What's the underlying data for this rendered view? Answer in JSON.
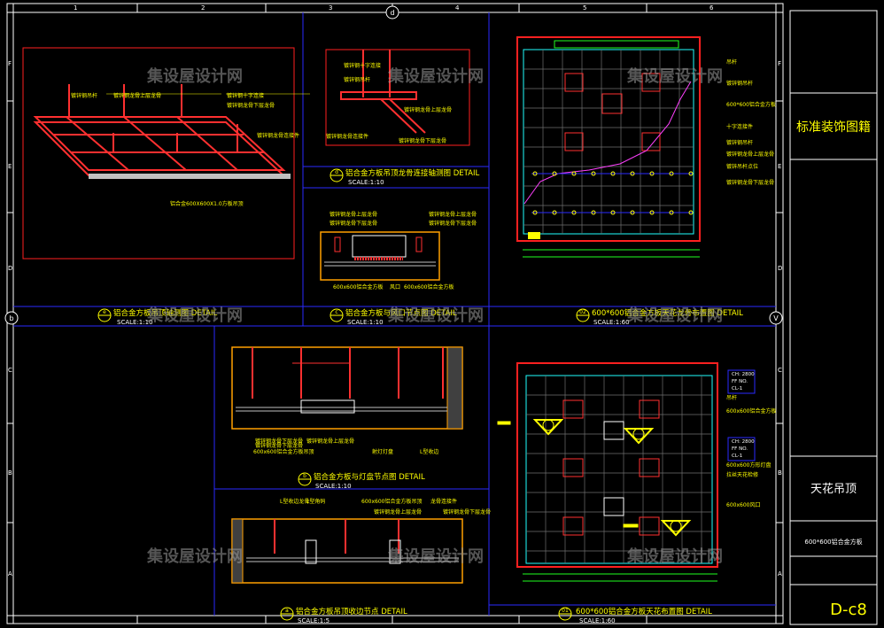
{
  "frame": {
    "col_numbers": [
      "1",
      "2",
      "3",
      "4",
      "5",
      "6"
    ],
    "row_letters": [
      "F",
      "E",
      "D",
      "C",
      "B",
      "A"
    ],
    "ref_d": "d",
    "ref_b": "b",
    "ref_v": "V"
  },
  "title_block": {
    "std_label": "标准装饰图籍",
    "sheet_title": "天花吊顶",
    "sheet_sub": "600*600铝合金方板",
    "sheet_no": "D-c8"
  },
  "watermark": "集设屋设计网",
  "details": {
    "e": {
      "marker": "e",
      "title": "铝合金方板吊顶轴测图 DETAIL",
      "scale": "SCALE:1:10"
    },
    "d": {
      "marker": "d",
      "title": "铝合金方板吊顶龙骨连接轴测图 DETAIL",
      "scale": "SCALE:1:10"
    },
    "c": {
      "marker": "c",
      "title": "铝合金方板与风口节点图 DETAIL",
      "scale": "SCALE:1:10"
    },
    "d02": {
      "marker": "02",
      "title": "600*600铝合金方板天花龙骨布置图 DETAIL",
      "scale": "SCALE:1:60"
    },
    "b": {
      "marker": "b",
      "title": "铝合金方板与灯盘节点图 DETAIL",
      "scale": "SCALE:1:10"
    },
    "a": {
      "marker": "a",
      "title": "铝合金方板吊顶收边节点 DETAIL",
      "scale": "SCALE:1:5"
    },
    "d01": {
      "marker": "01",
      "title": "600*600铝合金方板天花布置图 DETAIL",
      "scale": "SCALE:1:60"
    }
  },
  "labels": {
    "axo": [
      "镀锌钢吊杆",
      "镀锌钢龙骨上层龙骨",
      "镀锌钢十字连接",
      "镀锌钢龙骨下层龙骨",
      "镀锌钢龙骨连接件",
      "铝合金600X600X1.0方板吊顶"
    ],
    "conn": [
      "镀锌钢十字连接",
      "镀锌钢吊杆",
      "镀锌钢龙骨上层龙骨",
      "镀锌钢龙骨连接件",
      "镀锌钢龙骨下层龙骨"
    ],
    "vent": [
      "镀锌钢龙骨上层龙骨",
      "镀锌钢龙骨下层龙骨",
      "镀锌钢龙骨上层龙骨",
      "镀锌钢龙骨下层龙骨",
      "600x600铝合金方板",
      "风口",
      "600x600铝合金方板"
    ],
    "plan02": [
      "吊杆",
      "镀锌钢吊杆",
      "600*600铝合金方板",
      "十字连接件",
      "镀锌钢吊杆",
      "镀锌钢龙骨上层龙骨",
      "镀锌吊杆点位",
      "镀锌钢龙骨下层龙骨"
    ],
    "lamp": [
      "镀锌钢龙骨下层龙骨",
      "镀锌钢龙骨上层龙骨",
      "镀锌钢龙骨下层龙骨",
      "600x600铝合金方板吊顶",
      "射灯灯盘",
      "L型收边"
    ],
    "edge": [
      "L型收边龙骨",
      "L型角码",
      "600x600铝合金方板吊顶",
      "龙骨连接件",
      "镀锌钢龙骨上层龙骨",
      "镀锌钢龙骨下层龙骨"
    ],
    "plan01": [
      "CH: 2800",
      "FF NO.",
      "CL-1",
      "吊杆",
      "600x600铝合金方板",
      "CH: 2800",
      "FF NO.",
      "CL-1",
      "600x600方形灯盘",
      "拉丝天花检修",
      "600x600风口"
    ]
  }
}
